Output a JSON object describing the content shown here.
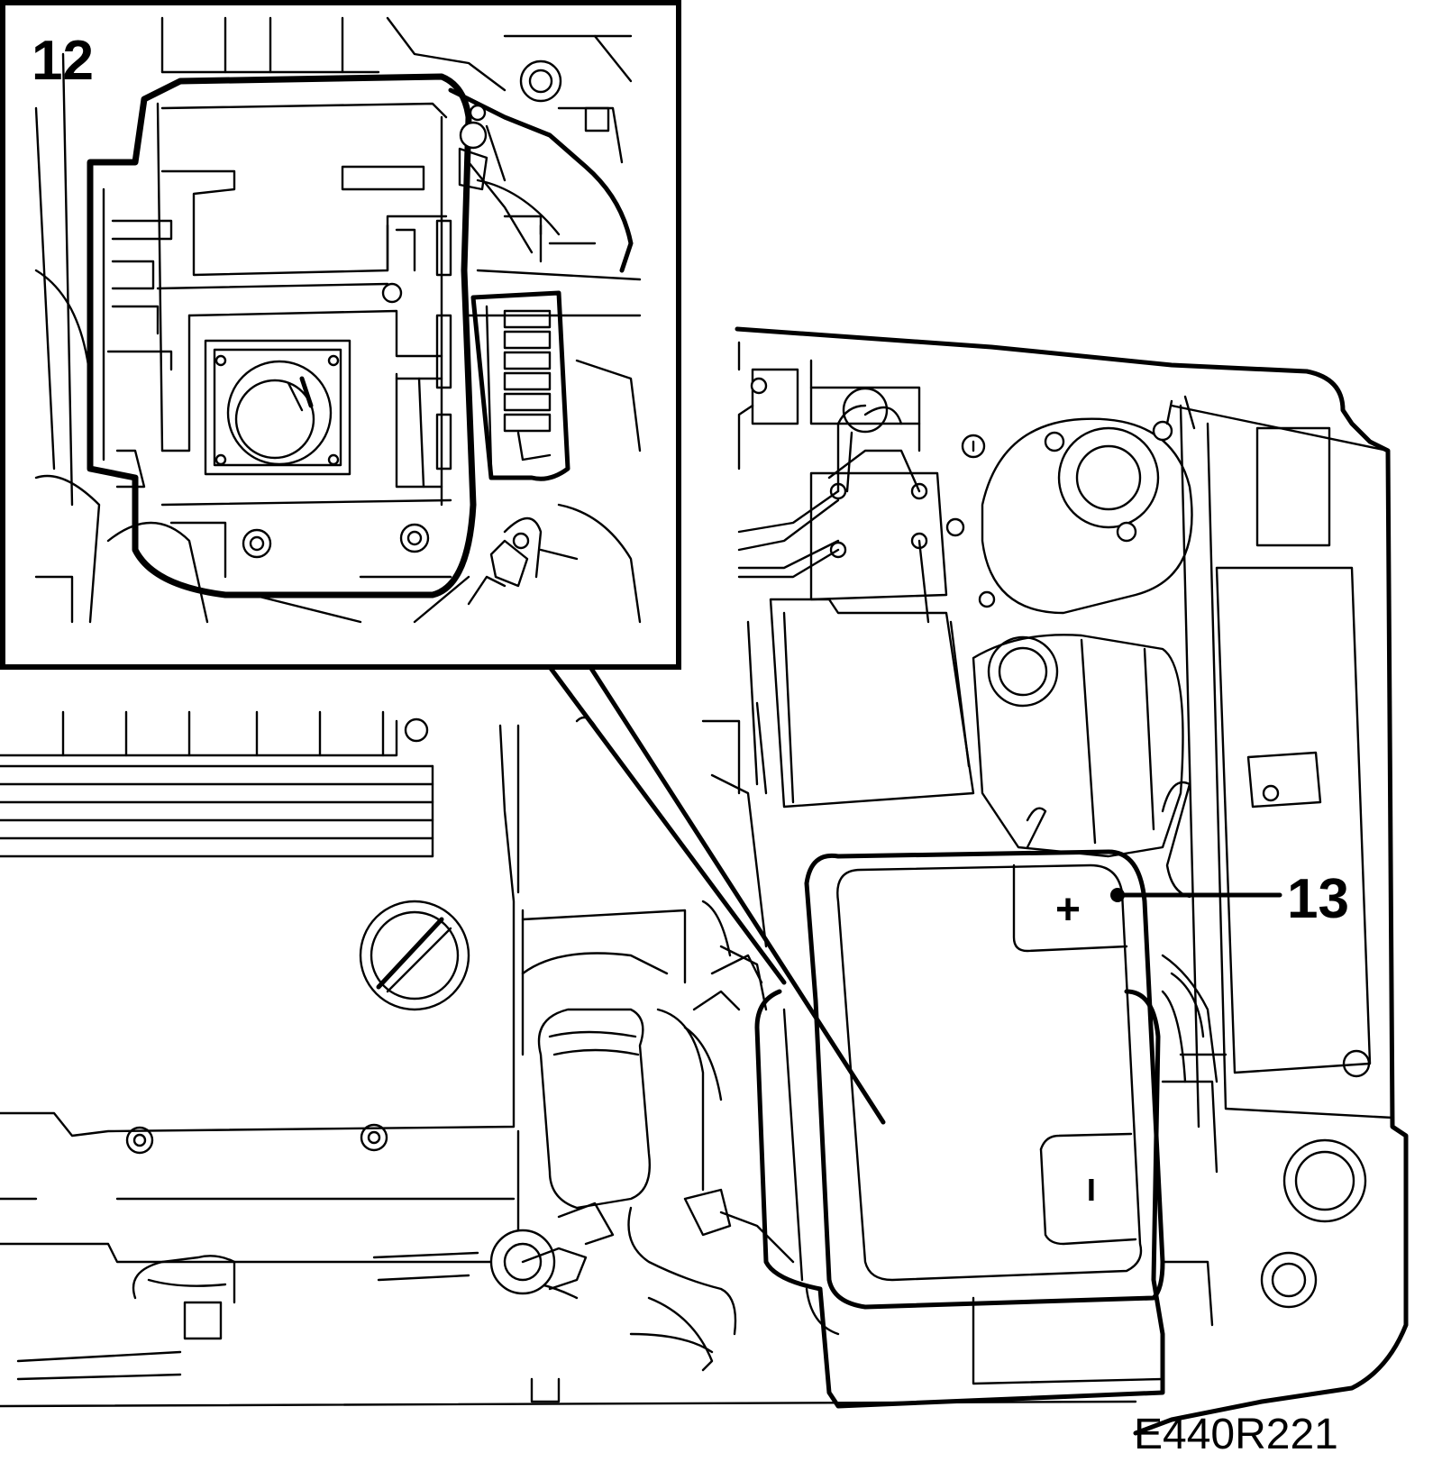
{
  "callouts": {
    "detail_number": "12",
    "battery_number": "13"
  },
  "terminals": {
    "positive": "+",
    "negative": "−"
  },
  "figure_code": "E440R221"
}
